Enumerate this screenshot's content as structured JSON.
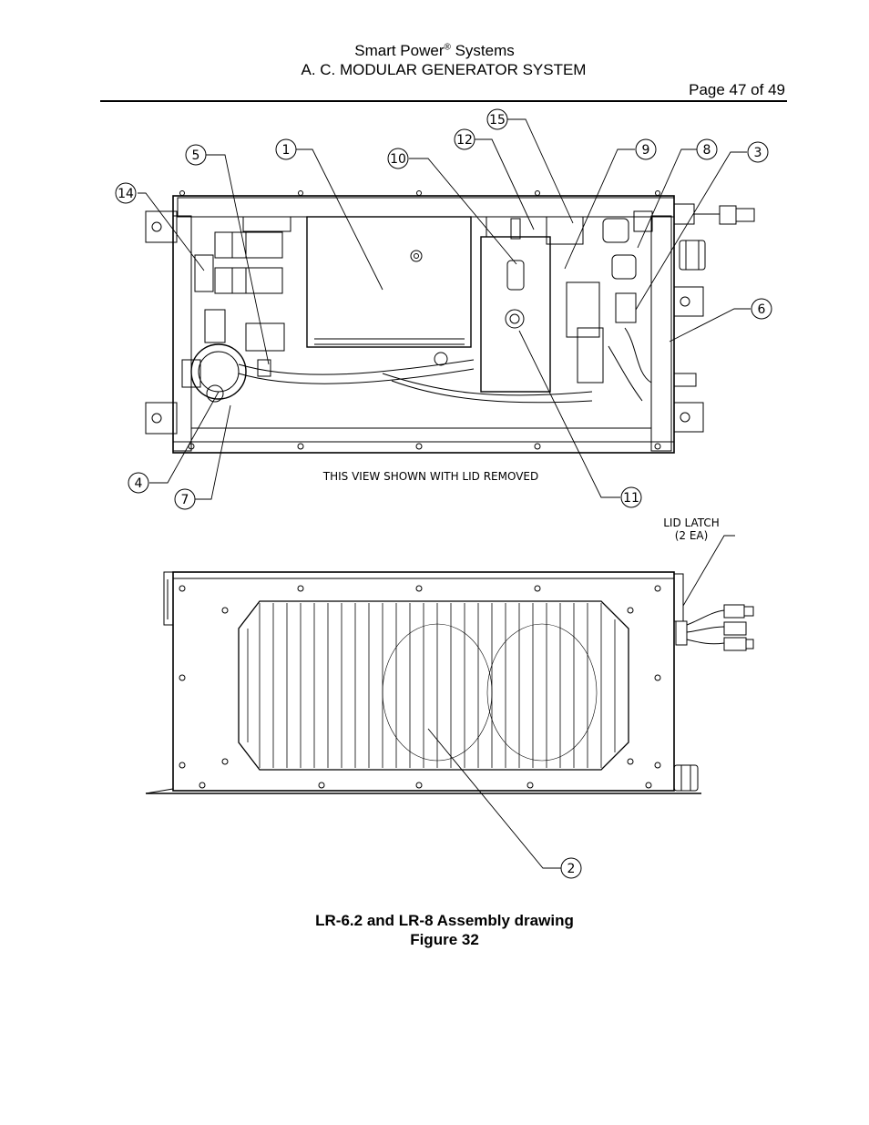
{
  "header": {
    "brand": "Smart Power",
    "registered": "®",
    "brand_suffix": " Systems",
    "subtitle": "A. C. MODULAR GENERATOR SYSTEM",
    "page": "Page 47 of 49"
  },
  "drawing": {
    "top_view_note": "THIS VIEW SHOWN WITH LID REMOVED",
    "lid_latch_line1": "LID LATCH",
    "lid_latch_line2": "(2 EA)",
    "balloons": {
      "b1": "1",
      "b2": "2",
      "b3": "3",
      "b4": "4",
      "b5": "5",
      "b6": "6",
      "b7": "7",
      "b8": "8",
      "b9": "9",
      "b10": "10",
      "b11": "11",
      "b12": "12",
      "b14": "14",
      "b15": "15"
    }
  },
  "caption": {
    "title": "LR-6.2 and LR-8 Assembly drawing",
    "figure": "Figure 32"
  }
}
